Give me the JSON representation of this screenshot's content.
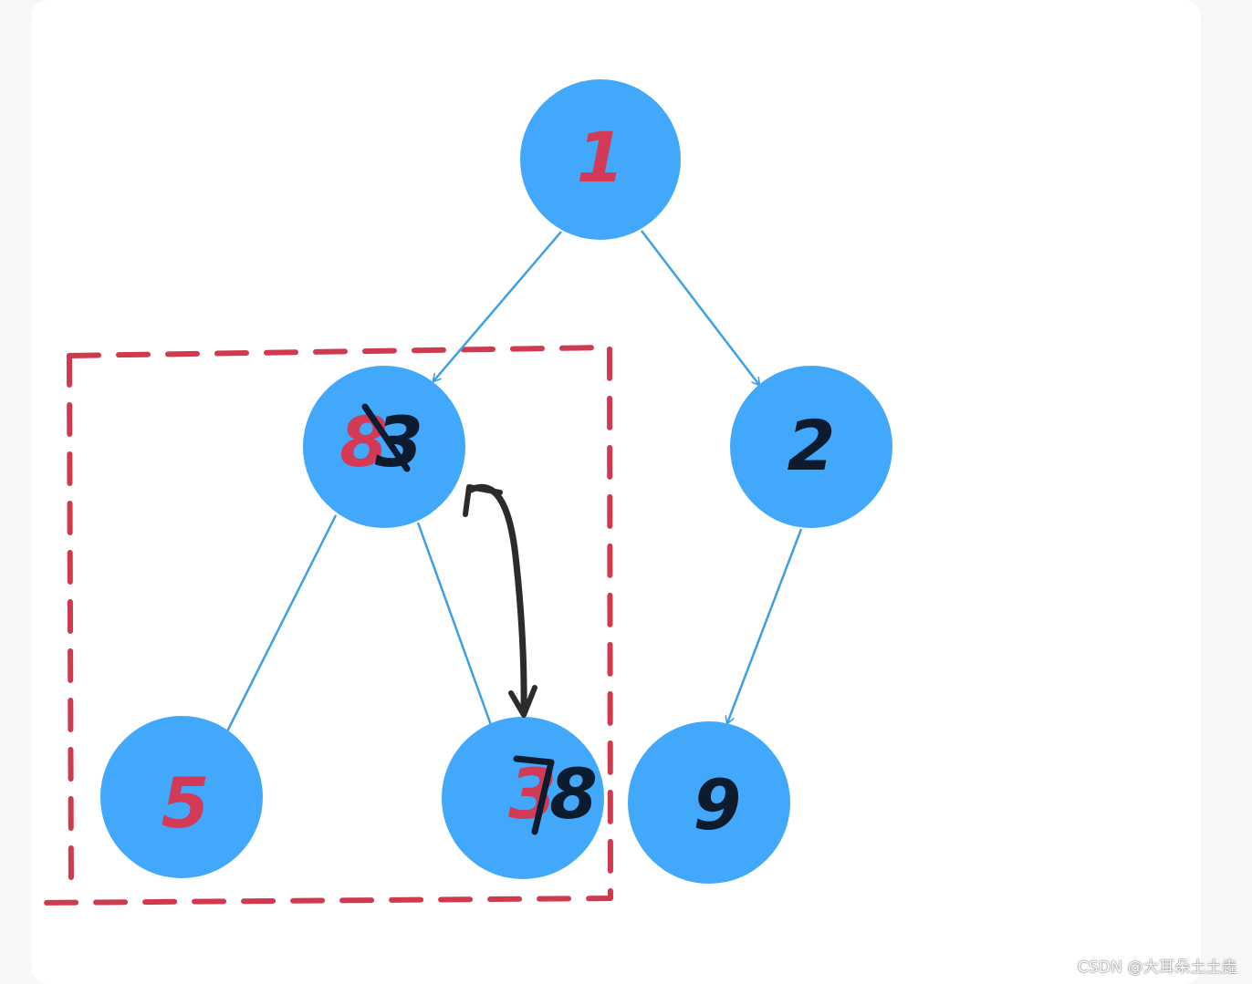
{
  "colors": {
    "node_fill": "#42a8fb",
    "edge": "#3d9fe6",
    "old_digit": "#d23a55",
    "new_digit": "#0d1b2e",
    "dashed_box": "#d03a4f",
    "swap_arrow": "#2b2b2b"
  },
  "nodes": [
    {
      "id": "root",
      "old": "1",
      "new": ""
    },
    {
      "id": "left",
      "old": "8",
      "new": "3"
    },
    {
      "id": "right",
      "old": "",
      "new": "2"
    },
    {
      "id": "left-left",
      "old": "5",
      "new": ""
    },
    {
      "id": "left-right",
      "old": "3",
      "new": "8"
    },
    {
      "id": "right-left",
      "old": "",
      "new": "9"
    }
  ],
  "edges": [
    {
      "from": "root",
      "to": "left"
    },
    {
      "from": "root",
      "to": "right"
    },
    {
      "from": "left",
      "to": "left-left"
    },
    {
      "from": "left",
      "to": "left-right"
    },
    {
      "from": "right",
      "to": "right-left"
    }
  ],
  "highlight": {
    "subtree_root": "left"
  },
  "swap": {
    "between": [
      "left",
      "left-right"
    ]
  },
  "watermark": "CSDN @大耳朵土土垚"
}
